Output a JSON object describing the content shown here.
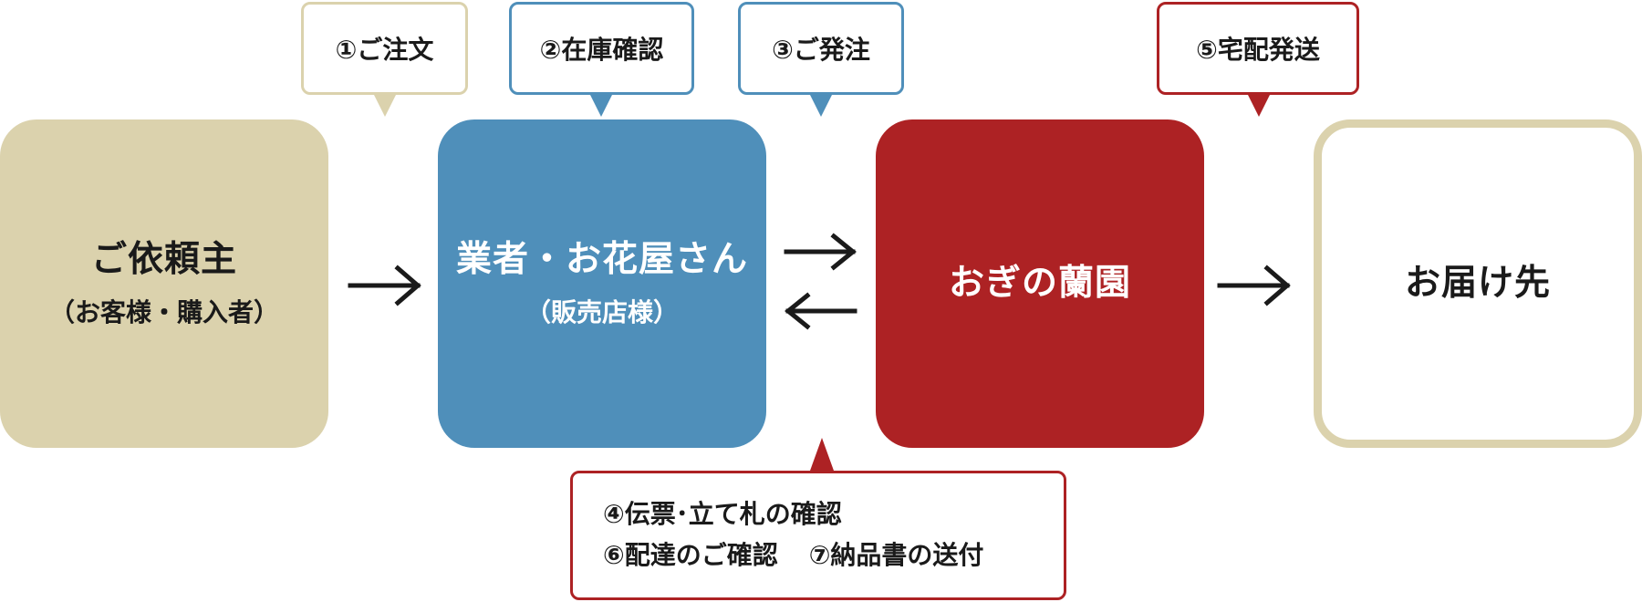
{
  "nodes": {
    "client": {
      "main": "ご依頼主",
      "sub": "（お客様・購入者）"
    },
    "shop": {
      "main": "業者・お花屋さん",
      "sub": "（販売店様）"
    },
    "orchid": {
      "main": "おぎの蘭園"
    },
    "destination": {
      "main": "お届け先"
    }
  },
  "steps": {
    "s1": "①ご注文",
    "s2": "②在庫確認",
    "s3": "③ご発注",
    "s4": "④伝票･立て札の確認",
    "s5": "⑤宅配発送",
    "s6": "⑥配達のご確認",
    "s7": "⑦納品書の送付"
  },
  "colors": {
    "beige": "#dbd2ad",
    "blue": "#4f8fba",
    "red": "#ad2224",
    "arrow": "#1a1a1a"
  }
}
